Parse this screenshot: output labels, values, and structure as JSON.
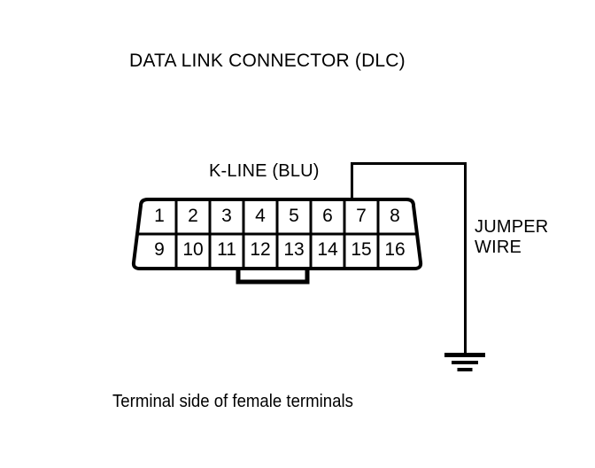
{
  "title": "DATA LINK CONNECTOR (DLC)",
  "caption": "Terminal side of female terminals",
  "labels": {
    "kline": "K-LINE (BLU)",
    "jumper_line1": "JUMPER",
    "jumper_line2": "WIRE"
  },
  "connector": {
    "pins_top": [
      "1",
      "2",
      "3",
      "4",
      "5",
      "6",
      "7",
      "8"
    ],
    "pins_bottom": [
      "9",
      "10",
      "11",
      "12",
      "13",
      "14",
      "15",
      "16"
    ]
  },
  "colors": {
    "line": "#000000",
    "background": "#ffffff"
  }
}
